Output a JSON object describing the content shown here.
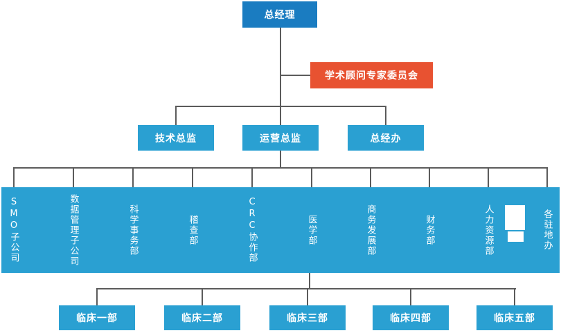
{
  "palette": {
    "primary_dark_blue": "#1a7cc1",
    "primary_light_blue": "#2aa0d2",
    "accent_orange": "#e85231",
    "connector_gray": "#5b5b5b",
    "text_white": "#ffffff"
  },
  "org_chart": {
    "root": {
      "label": "总经理"
    },
    "advisory": {
      "label": "学术顾问专家委员会"
    },
    "directors": [
      {
        "label": "技术总监"
      },
      {
        "label": "运营总监"
      },
      {
        "label": "总经办"
      }
    ],
    "departments": [
      {
        "label": "SMO子公司"
      },
      {
        "label": "数据管理子公司"
      },
      {
        "label": "科学事务部"
      },
      {
        "label": "稽查部"
      },
      {
        "label": "CRC协作部"
      },
      {
        "label": "医学部"
      },
      {
        "label": "商务发展部"
      },
      {
        "label": "财务部"
      },
      {
        "label": "人力资源部"
      },
      {
        "label": "各驻地办"
      }
    ],
    "clinical_departments": [
      {
        "label": "临床一部"
      },
      {
        "label": "临床二部"
      },
      {
        "label": "临床三部"
      },
      {
        "label": "临床四部"
      },
      {
        "label": "临床五部"
      }
    ]
  }
}
